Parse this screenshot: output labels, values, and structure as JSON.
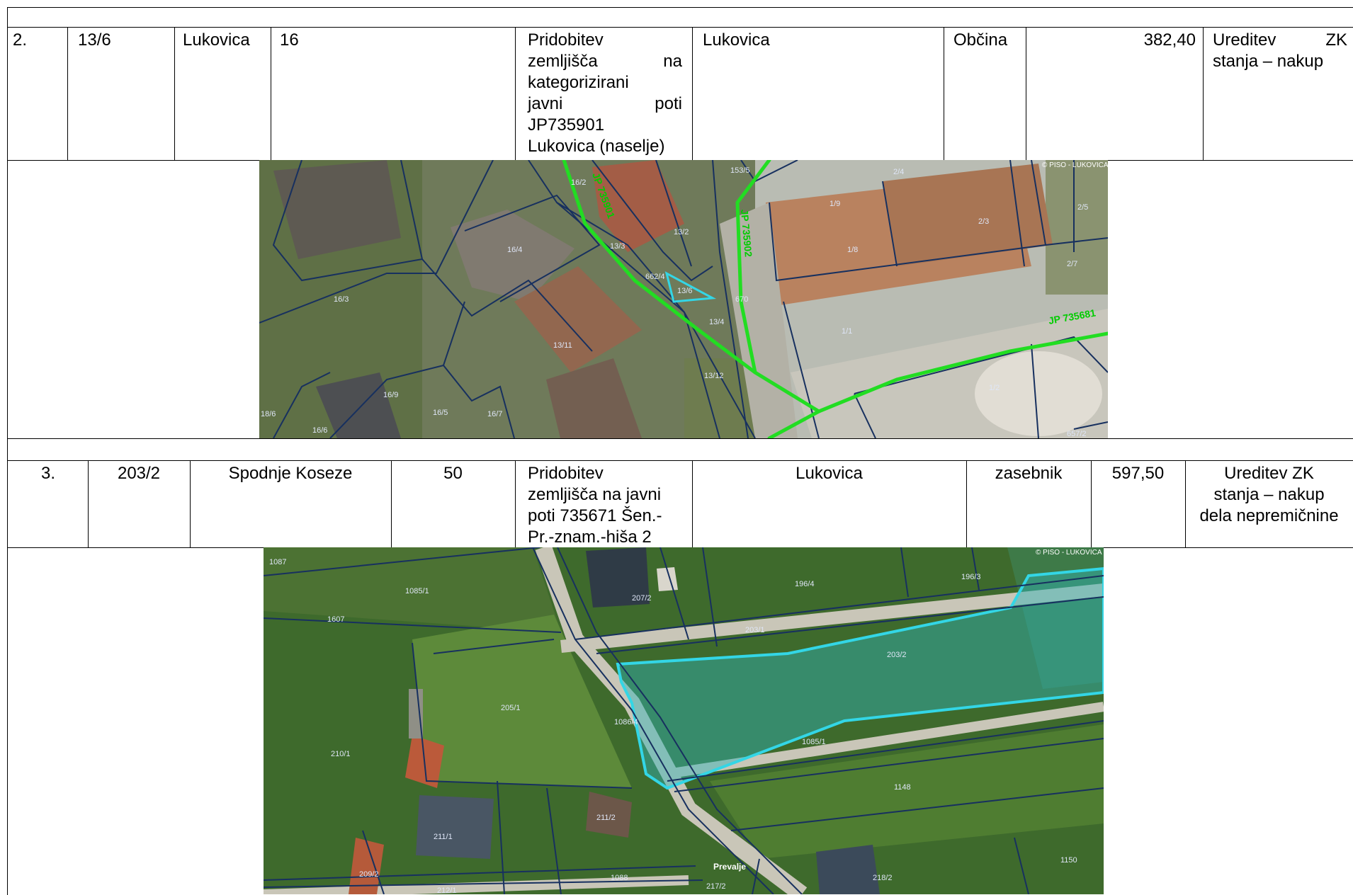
{
  "rows": [
    {
      "nr": "2.",
      "parcel": "13/6",
      "ko": "Lukovica",
      "ko_id": "16",
      "description": [
        "Pridobitev",
        "zemljišča na",
        "kategorizirani",
        "javni poti",
        "JP735901",
        "Lukovica (naselje)"
      ],
      "municipality": "Lukovica",
      "owner": "Občina",
      "area": "382,40",
      "note": [
        "Ureditev ZK",
        "stanja – nakup"
      ]
    },
    {
      "nr": "3.",
      "parcel": "203/2",
      "ko": "Spodnje Koseze",
      "ko_id": "50",
      "description": [
        "Pridobitev",
        "zemljišča na javni",
        "poti 735671 Šen.-",
        "Pr.-znam.-hiša 2"
      ],
      "municipality": "Lukovica",
      "owner": "zasebnik",
      "area": "597,50",
      "note": [
        "Ureditev ZK",
        "stanja – nakup",
        "dela nepremičnine"
      ]
    }
  ],
  "map1": {
    "watermark": "© PISO - LUKOVICA",
    "road_labels": [
      "JP 735901",
      "JP 735902",
      "JP 735681"
    ],
    "parcel_labels": [
      "16/2",
      "153/5",
      "2/4",
      "1/9",
      "2/3",
      "2/5",
      "13/2",
      "16/4",
      "13/3",
      "662/4",
      "13/6",
      "670",
      "1/8",
      "2/7",
      "16/3",
      "13/4",
      "1/1",
      "13/11",
      "13/12",
      "1/2",
      "16/9",
      "16/5",
      "16/7",
      "16/6",
      "18/6",
      "657/2"
    ]
  },
  "map2": {
    "watermark": "© PISO - LUKOVICA",
    "place_label": "Prevalje",
    "parcel_labels": [
      "1087",
      "1085/1",
      "207/2",
      "196/4",
      "196/3",
      "1607",
      "203/1",
      "203/2",
      "205/1",
      "1086/4",
      "1085/1",
      "210/1",
      "1148",
      "211/2",
      "211/1",
      "1088",
      "217/2",
      "218/2",
      "1150",
      "209/2",
      "212/1"
    ]
  },
  "colors": {
    "road": "#22dd22",
    "highlight": "#33d6e6",
    "parcel_line": "#17305f"
  }
}
